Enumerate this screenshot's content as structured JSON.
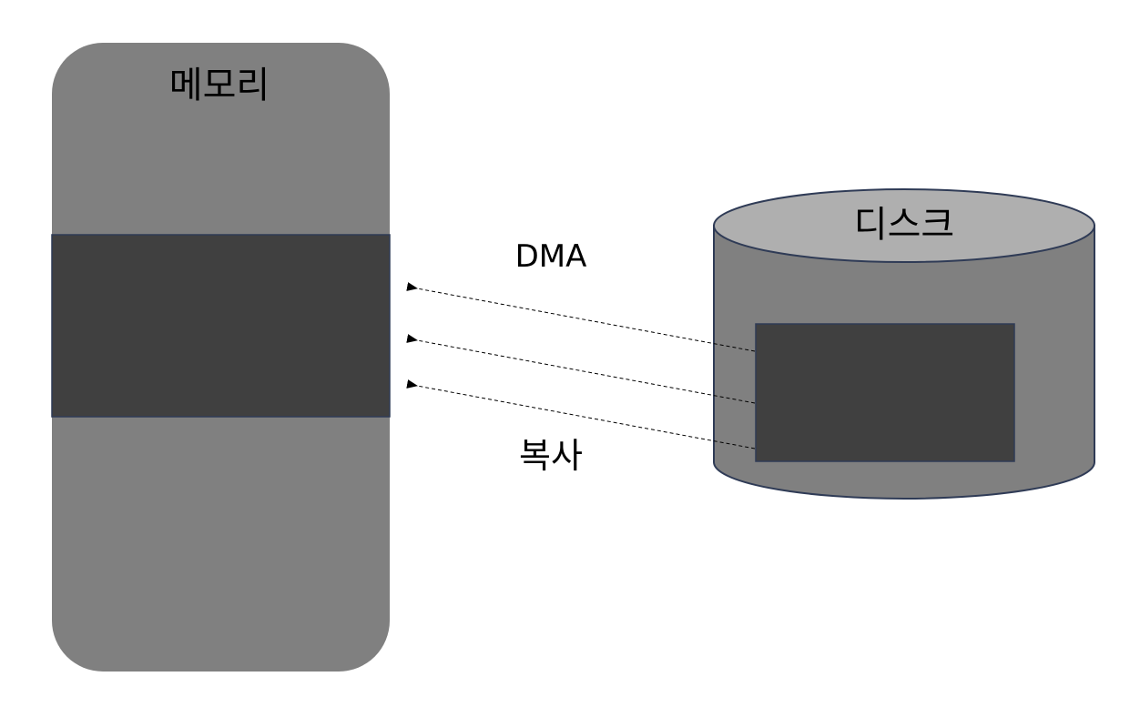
{
  "memory": {
    "label": "메모리"
  },
  "disk": {
    "label": "디스크"
  },
  "transfer": {
    "top_label": "DMA",
    "bottom_label": "복사"
  },
  "colors": {
    "background": "#ffffff",
    "memory_body": "#808080",
    "memory_block": "#404040",
    "disk_body": "#808080",
    "disk_top": "#afafaf",
    "disk_block": "#404040",
    "outline": "#2f3b56",
    "arrow": "#000000"
  }
}
